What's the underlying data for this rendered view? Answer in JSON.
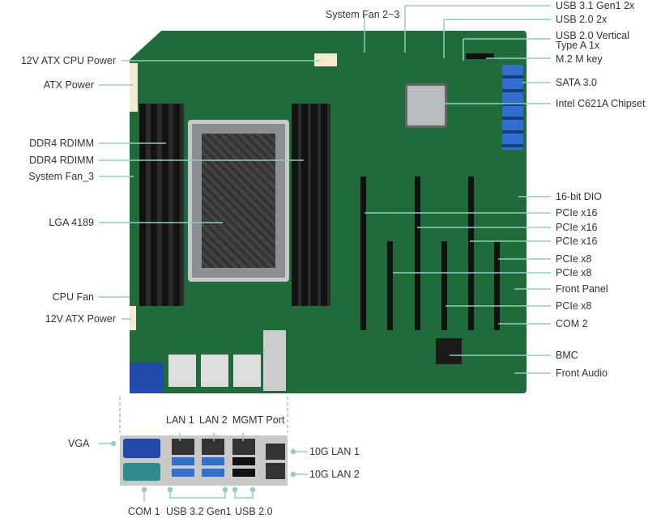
{
  "title": "Motherboard layout diagram",
  "left_labels": [
    "12V ATX CPU Power",
    "ATX Power",
    "DDR4 RDIMM",
    "DDR4 RDIMM",
    "System Fan_3",
    "LGA 4189",
    "CPU Fan",
    "12V ATX Power"
  ],
  "top_label": "System Fan 2~3",
  "right_labels": [
    "USB 3.1 Gen1 2x",
    "USB 2.0 2x",
    "USB 2.0 Vertical",
    "Type A 1x",
    "M.2 M key",
    "SATA 3.0",
    "Intel C621A Chipset",
    "16-bit DIO",
    "PCIe x16",
    "PCIe x16",
    "PCIe x16",
    "PCIe x8",
    "PCIe x8",
    "Front Panel",
    "PCIe x8",
    "COM 2",
    "BMC",
    "Front Audio"
  ],
  "io_labels": {
    "vga": "VGA",
    "lan1": "LAN 1",
    "lan2": "LAN 2",
    "mgmt": "MGMT Port",
    "lan10g1": "10G LAN 1",
    "lan10g2": "10G LAN 2",
    "com1": "COM 1",
    "usb32": "USB 3.2 Gen1",
    "usb20": "USB 2.0"
  },
  "colors": {
    "board": "#1f6b3a",
    "leader": "#8ccfc6",
    "usb3": "#2f6fd0",
    "vga": "#2449a8"
  }
}
